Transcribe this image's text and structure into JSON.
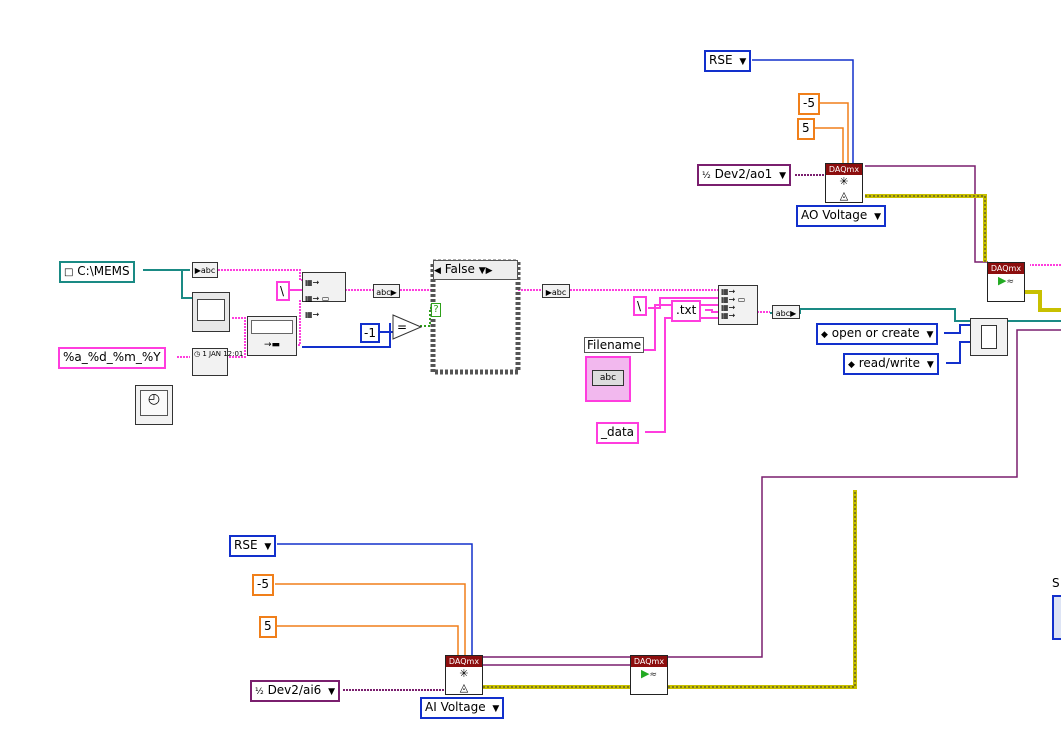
{
  "constants": {
    "path_mems": "C:\\MEMS",
    "format_string": "%a_%d_%m_%Y",
    "backslash_1": "\\",
    "backslash_2": "\\",
    "neg_one": "-1",
    "case_selector": "False",
    "txt_ext": ".txt",
    "data_suffix": "_data",
    "rse_ao": "RSE",
    "rse_ai": "RSE",
    "ao_min": "-5",
    "ao_max": "5",
    "ai_min": "-5",
    "ai_max": "5",
    "ao_channel": "Dev2/ao1",
    "ai_channel": "Dev2/ai6",
    "ao_type": "AO Voltage",
    "ai_type": "AI Voltage",
    "open_mode": "open or create",
    "access_mode": "read/write",
    "daq_header": "DAQmx",
    "case_terminal": "?",
    "filename_label": "Filename",
    "filename_value": "abc",
    "partial_label": "S",
    "pos_exp_tz": "1 JAN 12:01"
  },
  "colors": {
    "string_wire": "#ff3dde",
    "path_wire": "#1a8a84",
    "numeric_wire": "#f07f1a",
    "enum_wire": "#1230cc",
    "task_wire": "#7a1f6e",
    "error_wire": "#c8c000",
    "daq_header": "#8c0e0e"
  }
}
